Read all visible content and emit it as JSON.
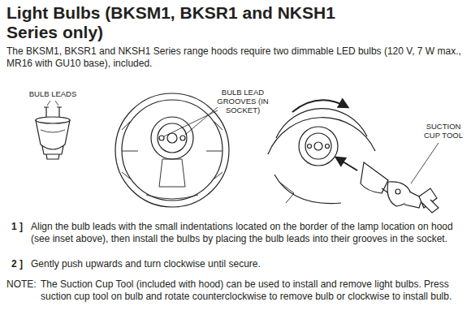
{
  "diagram": {
    "title": "Light Bulbs (BKSM1, BKSR1 and NKSH1 Series only)",
    "labels": [
      "The BKSM1, BKSR1 and NKSH1 Series range hoods require two dimmable LED bulbs (120 V, 7 W max., MR16 with GU10 base), included.",
      "BULB LEADS",
      "BULB LEAD GROOVES (IN SOCKET)",
      "SUCTION CUP TOOL",
      "1 ]",
      "Align the bulb leads with the small indentations located on the border of the lamp location on hood (see inset above), then install the bulbs by placing the bulb leads into their grooves in the socket.",
      "2 ]",
      "Gently push upwards and turn clockwise until secure.",
      "NOTE:",
      "The Suction Cup Tool (included with hood) can be used to install and remove light bulbs. Press suction cup tool on bulb and rotate counterclockwise to remove bulb or clockwise to install bulb."
    ]
  }
}
